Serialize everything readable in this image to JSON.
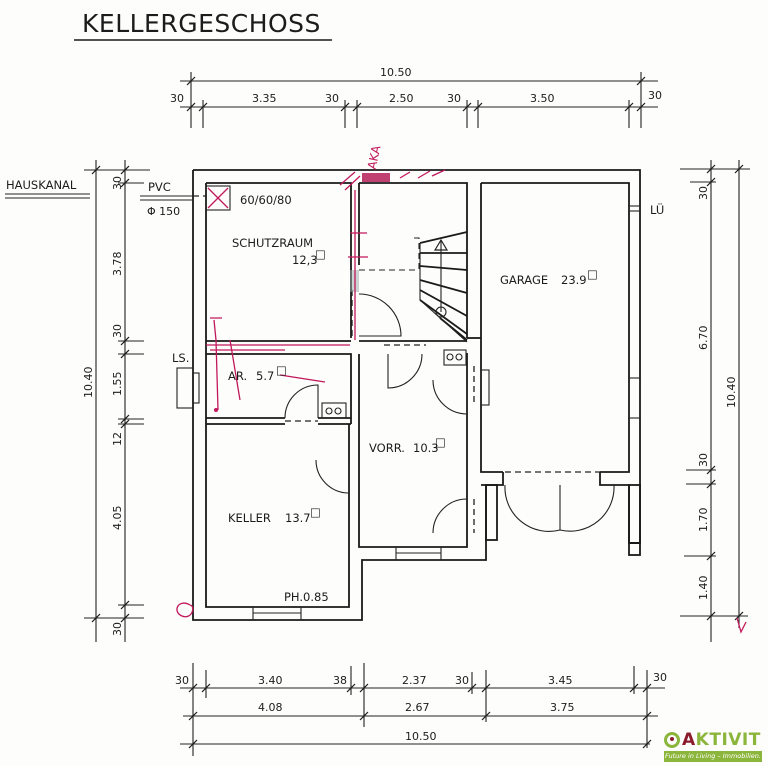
{
  "title": "KELLERGESCHOSS",
  "rooms": [
    {
      "name": "SCHUTZRAUM",
      "area": "12,3"
    },
    {
      "name": "AR.",
      "area": "5.7"
    },
    {
      "name": "KELLER",
      "area": "13.7"
    },
    {
      "name": "VORR.",
      "area": "10.3"
    },
    {
      "name": "GARAGE",
      "area": "23.9"
    }
  ],
  "area_unit_symbol": "□",
  "annotations": {
    "hauskanal": "HAUSKANAL",
    "pvc": "PVC",
    "pvc_diameter": "Φ 150",
    "vent": "60/60/80",
    "ls": "LS.",
    "lu": "LÜ",
    "parapet": "PH.0.85",
    "red_note": "AKA"
  },
  "dimensions": {
    "top_total": "10.50",
    "top_segments": [
      "30",
      "3.35",
      "30",
      "2.50",
      "30",
      "3.50",
      "30"
    ],
    "bottom_segments": [
      "30",
      "3.40",
      "38",
      "2.37",
      "30",
      "3.45",
      "30"
    ],
    "bottom_mid": [
      "4.08",
      "2.67",
      "3.75"
    ],
    "bottom_total": "10.50",
    "left_total": "10.40",
    "left_segments": [
      "30",
      "3.78",
      "30",
      "1.55",
      "12",
      "4.05",
      "30"
    ],
    "right_total": "10.40",
    "right_segments": [
      "30",
      "6.70",
      "30",
      "1.70",
      "1.40"
    ]
  },
  "logo": {
    "brand_a": "A",
    "brand_rest": "KTIVIT",
    "tagline": "Future in Living – Immobilien."
  }
}
